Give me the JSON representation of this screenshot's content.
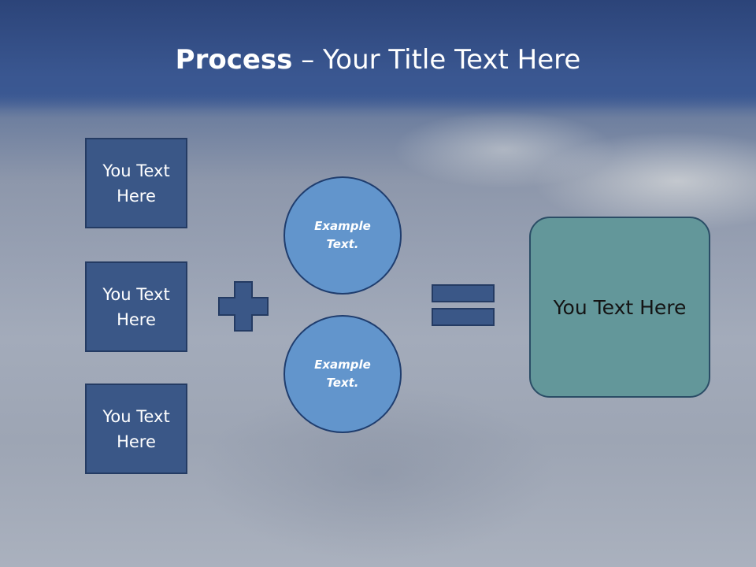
{
  "slide": {
    "title_bold": "Process",
    "title_sep": " – ",
    "title_rest": "Your Title Text Here"
  },
  "inputs": [
    {
      "text": "You Text Here"
    },
    {
      "text": "You Text Here"
    },
    {
      "text": "You Text Here"
    }
  ],
  "examples": [
    {
      "text": "Example Text."
    },
    {
      "text": "Example Text."
    }
  ],
  "operators": {
    "plus": "plus-icon",
    "equals": "equals-icon"
  },
  "result": {
    "text": "You Text Here"
  },
  "colors": {
    "banner": "#2c4479",
    "input_box": "#3a5787",
    "circle": "#6295cc",
    "operator": "#3a5787",
    "result_box": "#63979a"
  }
}
